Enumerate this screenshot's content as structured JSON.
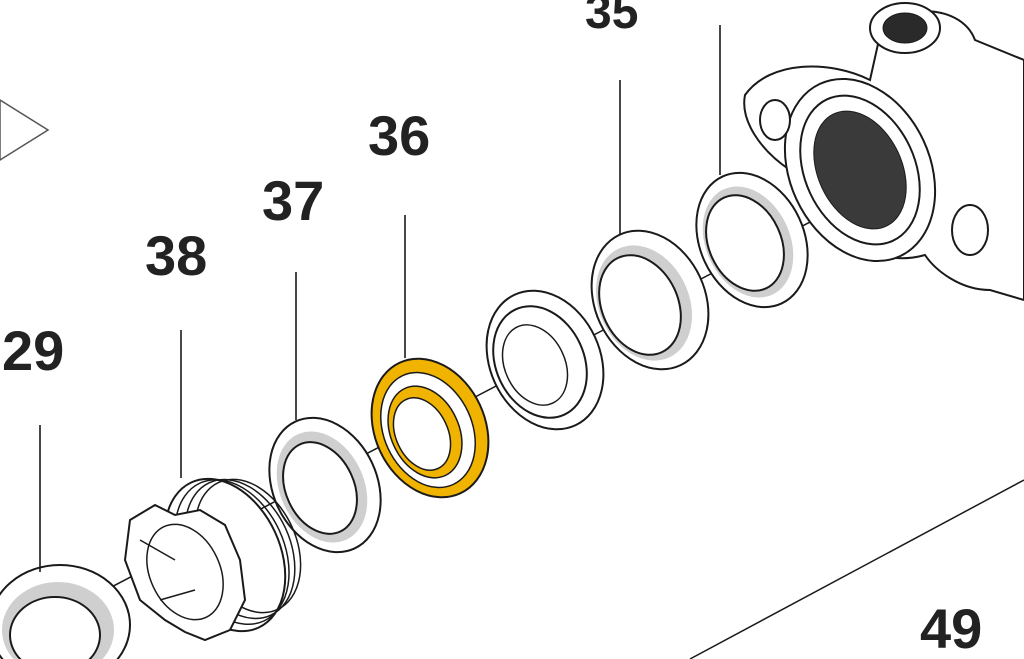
{
  "highlight_color": "#f0b400",
  "callouts": {
    "c35": "35",
    "c36": "36",
    "c37": "37",
    "c38": "38",
    "c29": "29",
    "c49": "49"
  },
  "highlighted_part": "36"
}
